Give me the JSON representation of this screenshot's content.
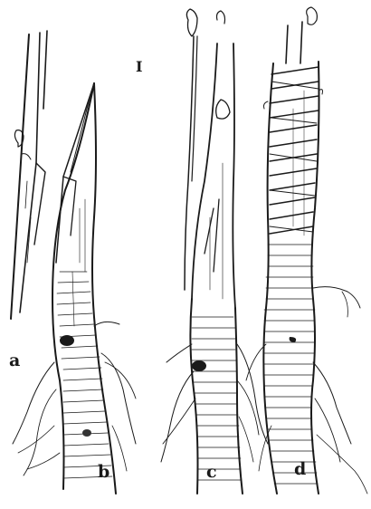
{
  "figure": {
    "labels": {
      "i": "I",
      "a": "a",
      "b": "b",
      "c": "c",
      "d": "d"
    },
    "ink_color": "#1a1a1a",
    "paper_color": "#ffffff"
  }
}
